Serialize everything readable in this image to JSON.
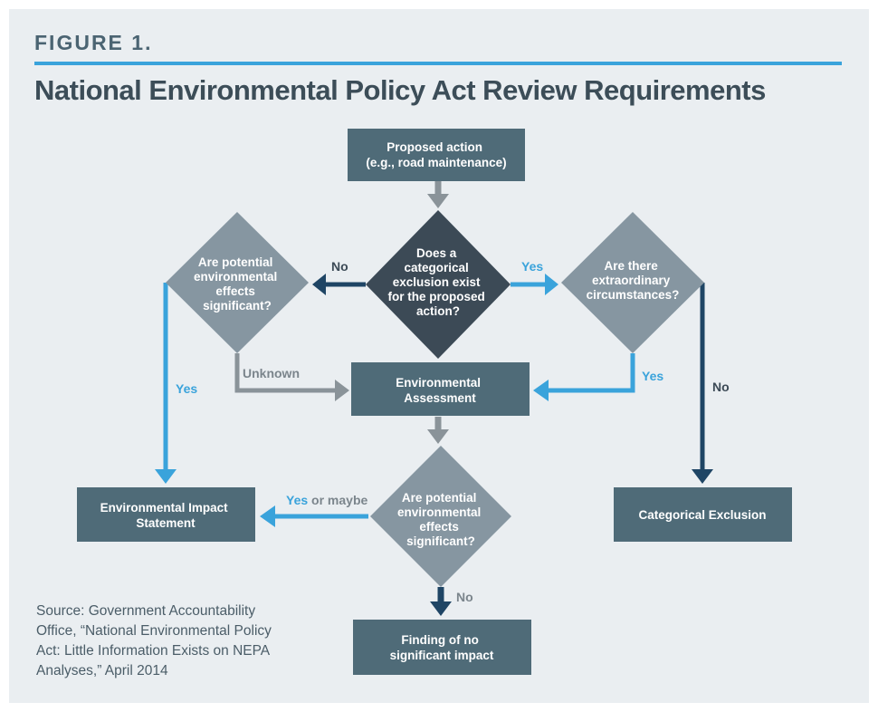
{
  "figure_label": "FIGURE 1.",
  "title": "National Environmental Policy Act Review Requirements",
  "source": "Source: Government Accountability Office, “National Environmental Policy Act: Little Information Exists on NEPA Analyses,” April 2014",
  "colors": {
    "background": "#eaeef1",
    "box": "#4f6b78",
    "diamond_dark": "#3c4a56",
    "diamond_light": "#8696a1",
    "arrow_gray": "#8a9399",
    "arrow_blue": "#3aa3db",
    "arrow_navy": "#1f4565"
  },
  "nodes": {
    "proposed_action": [
      "Proposed action",
      "(e.g., road maintenance)"
    ],
    "categorical_question": [
      "Does a",
      "categorical",
      "exclusion exist",
      "for the proposed",
      "action?"
    ],
    "effects_question_left": [
      "Are potential",
      "environmental",
      "effects",
      "significant?"
    ],
    "extraordinary_question": [
      "Are there",
      "extraordinary",
      "circumstances?"
    ],
    "environmental_assessment": [
      "Environmental",
      "Assessment"
    ],
    "effects_question_center": [
      "Are potential",
      "environmental",
      "effects",
      "significant?"
    ],
    "eis": [
      "Environmental Impact",
      "Statement"
    ],
    "categorical_exclusion": [
      "Categorical Exclusion"
    ],
    "fonsi": [
      "Finding of no",
      "significant impact"
    ]
  },
  "edge_labels": {
    "no_left": "No",
    "yes_right": "Yes",
    "unknown": "Unknown",
    "yes_left": "Yes",
    "yes_extraordinary": "Yes",
    "no_extraordinary": "No",
    "yes_or_maybe_yes": "Yes",
    "yes_or_maybe_rest": " or maybe",
    "no_bottom": "No"
  }
}
